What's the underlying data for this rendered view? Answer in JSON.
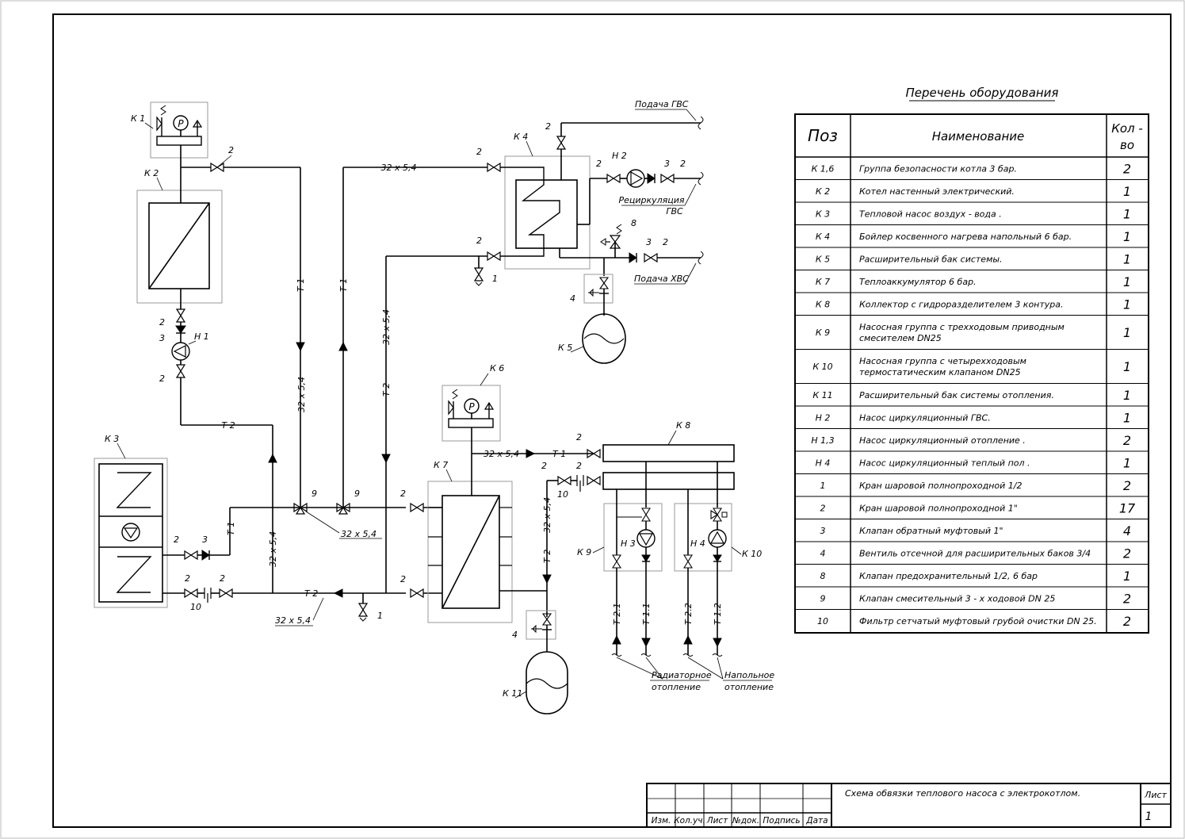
{
  "equipment_table": {
    "title": "Перечень оборудования",
    "headers": {
      "pos": "Поз",
      "name": "Наименование",
      "qty_line1": "Кол -",
      "qty_line2": "во"
    },
    "rows": [
      {
        "pos": "К 1,6",
        "name": [
          "Группа безопасности котла 3 бар."
        ],
        "qty": "2"
      },
      {
        "pos": "К 2",
        "name": [
          "Котел настенный электрический."
        ],
        "qty": "1"
      },
      {
        "pos": "К 3",
        "name": [
          "Тепловой насос воздух - вода ."
        ],
        "qty": "1"
      },
      {
        "pos": "К 4",
        "name": [
          "Бойлер косвенного нагрева напольный 6 бар."
        ],
        "qty": "1"
      },
      {
        "pos": "К 5",
        "name": [
          "Расширительный бак системы."
        ],
        "qty": "1"
      },
      {
        "pos": "К 7",
        "name": [
          "Теплоаккумулятор 6 бар."
        ],
        "qty": "1"
      },
      {
        "pos": "К 8",
        "name": [
          "Коллектор с гидроразделителем 3 контура."
        ],
        "qty": "1"
      },
      {
        "pos": "К 9",
        "name": [
          "Насосная группа с трехходовым приводным",
          "смесителем DN25"
        ],
        "qty": "1"
      },
      {
        "pos": "К 10",
        "name": [
          "Насосная группа с четырехходовым",
          "термостатическим клапаном DN25"
        ],
        "qty": "1"
      },
      {
        "pos": "К 11",
        "name": [
          "Расширительный бак системы отопления."
        ],
        "qty": "1"
      },
      {
        "pos": "Н 2",
        "name": [
          "Насос циркуляционный ГВС."
        ],
        "qty": "1"
      },
      {
        "pos": "Н 1,3",
        "name": [
          "Насос циркуляционный отопление ."
        ],
        "qty": "2"
      },
      {
        "pos": "Н 4",
        "name": [
          "Насос циркуляционный теплый пол ."
        ],
        "qty": "1"
      },
      {
        "pos": "1",
        "name": [
          "Кран шаровой полнопроходной 1/2"
        ],
        "qty": "2"
      },
      {
        "pos": "2",
        "name": [
          "Кран шаровой полнопроходной 1\""
        ],
        "qty": "17"
      },
      {
        "pos": "3",
        "name": [
          "Клапан обратный муфтовый 1\""
        ],
        "qty": "4"
      },
      {
        "pos": "4",
        "name": [
          "Вентиль отсечной для расширительных баков 3/4"
        ],
        "qty": "2"
      },
      {
        "pos": "8",
        "name": [
          "Клапан предохранительный 1/2, 6 бар"
        ],
        "qty": "1"
      },
      {
        "pos": "9",
        "name": [
          "Клапан смесительный 3 - х ходовой DN 25"
        ],
        "qty": "2"
      },
      {
        "pos": "10",
        "name": [
          "Фильтр сетчатый муфтовый грубой очистки DN 25."
        ],
        "qty": "2"
      }
    ]
  },
  "title_block": {
    "drawing_title": "Схема обвязки теплового насоса с электрокотлом.",
    "sheet_label": "Лист",
    "sheet_number": "1",
    "columns": [
      "Изм.",
      "Кол.уч.",
      "Лист",
      "№док.",
      "Подпись",
      "Дата"
    ]
  },
  "diagram": {
    "equipment_labels": {
      "k1": "К 1",
      "k2": "К 2",
      "k3": "К 3",
      "k4": "К 4",
      "k5": "К 5",
      "k6": "К 6",
      "k7": "К 7",
      "k8": "К 8",
      "k9": "К 9",
      "k10": "К 10",
      "k11": "К 11",
      "h1": "Н 1",
      "h2": "Н 2",
      "h3": "Н 3",
      "h4": "Н 4"
    },
    "gauge_letter": "P",
    "pipe_labels": {
      "t1": "Т 1",
      "t2": "Т 2",
      "t11": "Т 1.1",
      "t12": "Т 1.2",
      "t21": "Т 2.1",
      "t22": "Т 2.2"
    },
    "pipe_size": "32 х 5,4",
    "item_numbers": {
      "n1": "1",
      "n2": "2",
      "n3": "3",
      "n4": "4",
      "n8": "8",
      "n9": "9",
      "n10": "10"
    },
    "flow_labels": {
      "dhw_supply": "Подача ГВС",
      "dhw_recirc_1": "Рециркуляция",
      "dhw_recirc_2": "ГВС",
      "cold_supply": "Подача ХВС",
      "radiator_1": "Радиаторное",
      "radiator_2": "отопление",
      "floor_1": "Напольное",
      "floor_2": "отопление"
    }
  }
}
